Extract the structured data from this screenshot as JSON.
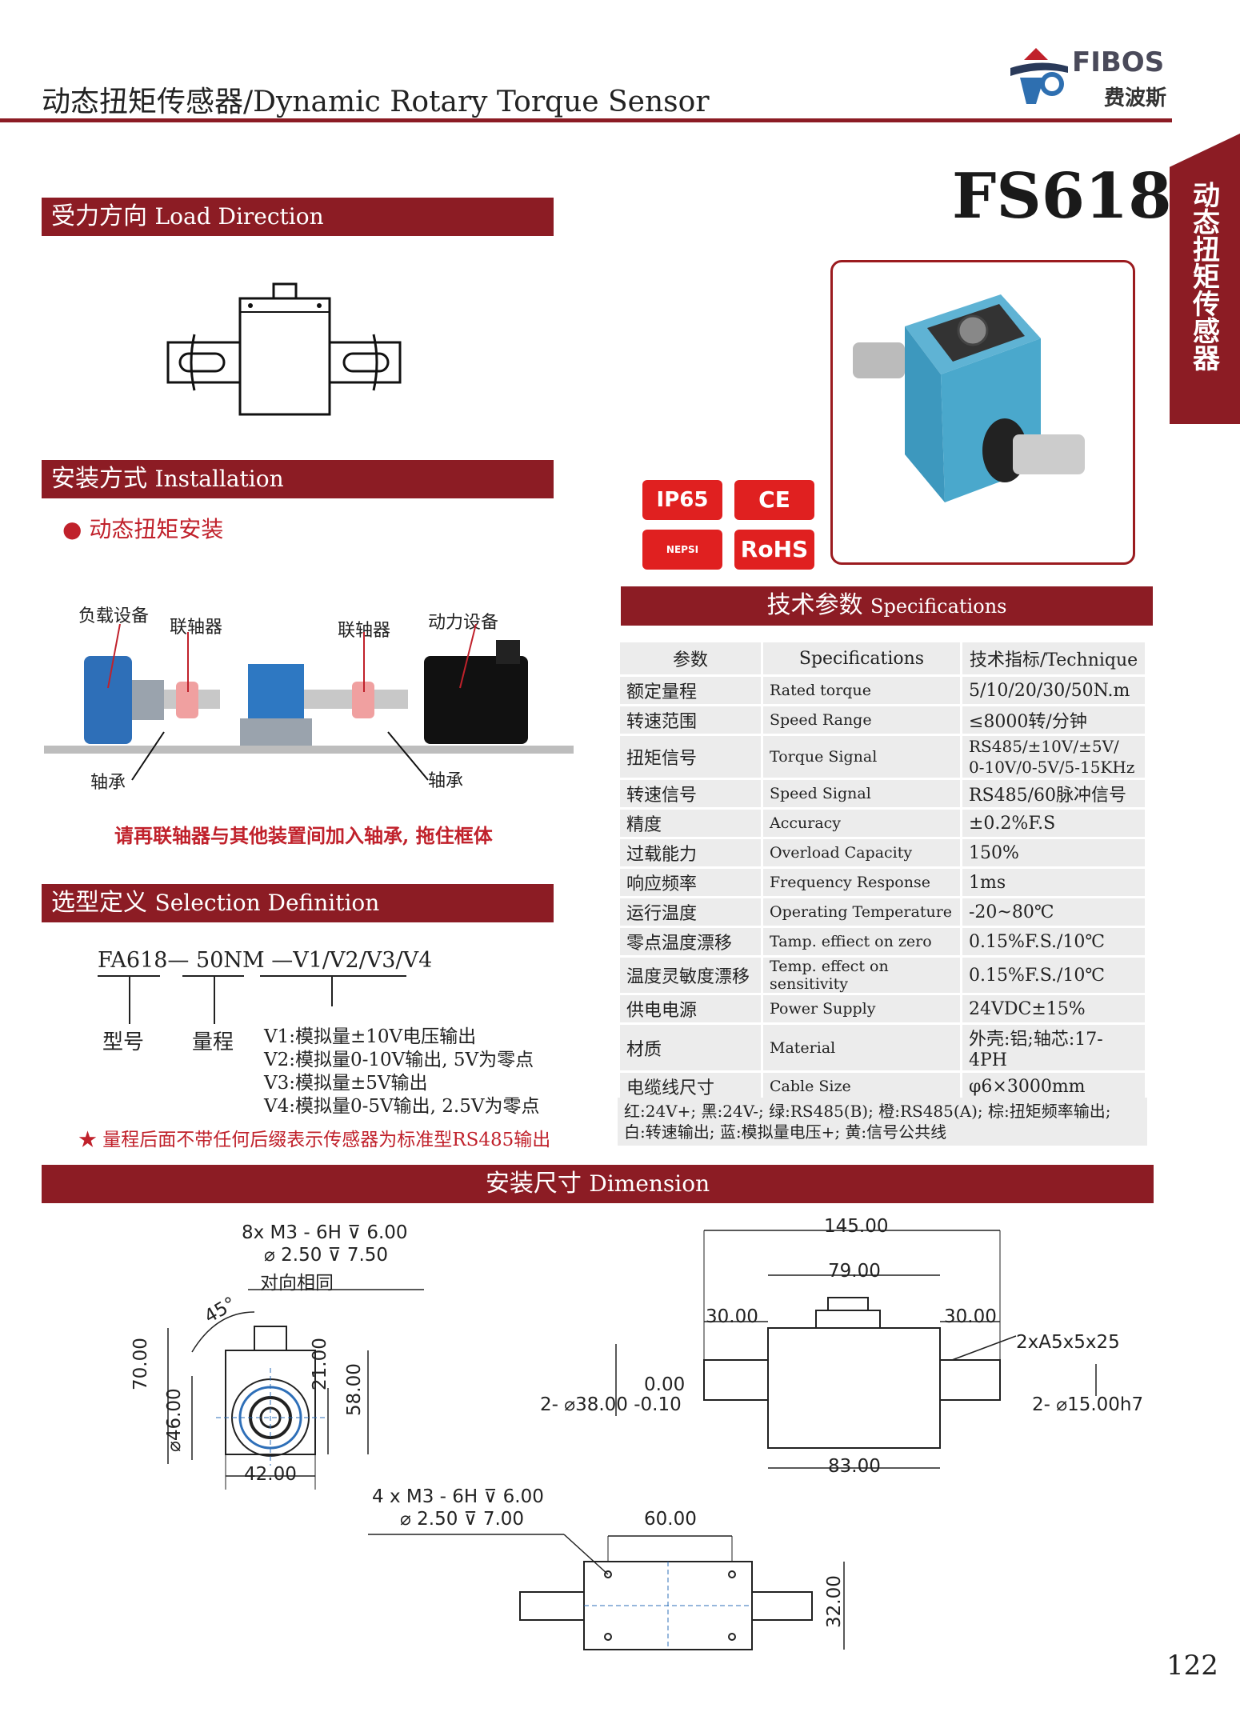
{
  "header": {
    "title": "动态扭矩传感器/Dynamic Rotary Torque Sensor",
    "logo_text": "FIBOS",
    "logo_cn": "费波斯"
  },
  "model": "FS618",
  "side_tab": "动态扭矩传感器",
  "sections": {
    "load_direction": {
      "cn": "受力方向",
      "en": "Load Direction"
    },
    "installation": {
      "cn": "安装方式",
      "en": "Installation"
    },
    "specifications": {
      "cn": "技术参数",
      "en": "Specifications"
    },
    "selection": {
      "cn": "选型定义",
      "en": "Selection Definition"
    },
    "dimension": {
      "cn": "安装尺寸",
      "en": "Dimension"
    }
  },
  "installation": {
    "bullet": "● 动态扭矩安装",
    "labels": {
      "load_device": "负载设备",
      "coupling1": "联轴器",
      "coupling2": "联轴器",
      "power_device": "动力设备",
      "bearing1": "轴承",
      "bearing2": "轴承"
    },
    "note": "请再联轴器与其他装置间加入轴承, 拖住框体"
  },
  "certifications": [
    "IP65",
    "CE",
    "NEPSI",
    "RoHS"
  ],
  "spec_table": {
    "headers": [
      "参数",
      "Specifications",
      "技术指标/Technique"
    ],
    "rows": [
      [
        "额定量程",
        "Rated torque",
        "5/10/20/30/50N.m"
      ],
      [
        "转速范围",
        "Speed Range",
        "≤8000转/分钟"
      ],
      [
        "扭矩信号",
        "Torque Signal",
        "RS485/±10V/±5V/\n0-10V/0-5V/5-15KHz"
      ],
      [
        "转速信号",
        "Speed Signal",
        "RS485/60脉冲信号"
      ],
      [
        "精度",
        "Accuracy",
        "±0.2%F.S"
      ],
      [
        "过载能力",
        "Overload Capacity",
        "150%"
      ],
      [
        "响应频率",
        "Frequency Response",
        "1ms"
      ],
      [
        "运行温度",
        "Operating Temperature",
        "-20~80℃"
      ],
      [
        "零点温度漂移",
        "Tamp. effiect on zero",
        "0.15%F.S./10℃"
      ],
      [
        "温度灵敏度漂移",
        "Temp. effect on sensitivity",
        "0.15%F.S./10℃"
      ],
      [
        "供电电源",
        "Power Supply",
        "24VDC±15%"
      ],
      [
        "材质",
        "Material",
        "外壳:铝;轴芯:17-4PH"
      ],
      [
        "电缆线尺寸",
        "Cable Size",
        "φ6×3000mm"
      ]
    ],
    "footer_line1": "红:24V+; 黑:24V-; 绿:RS485(B); 橙:RS485(A); 棕:扭矩频率输出;",
    "footer_line2": "白:转速输出; 蓝:模拟量电压+; 黄:信号公共线"
  },
  "selection": {
    "code_part1": "FA618—",
    "code_part2": "50NM",
    "code_part3": "—V1/V2/V3/V4",
    "label_model": "型号",
    "label_range": "量程",
    "options": [
      "V1:模拟量±10V电压输出",
      "V2:模拟量0-10V输出, 5V为零点",
      "V3:模拟量±5V输出",
      "V4:模拟量0-5V输出, 2.5V为零点"
    ],
    "note": "★ 量程后面不带任何后缀表示传感器为标准型RS485输出"
  },
  "dimension": {
    "front_note1": "8x  M3 - 6H ⊽ 6.00",
    "front_note2": "⌀ 2.50 ⊽ 7.50",
    "front_note3": "对向相同",
    "angle": "45°",
    "d70": "70.00",
    "d46": "⌀46.00",
    "d21": "21.00",
    "d58": "58.00",
    "d42": "42.00",
    "side_145": "145.00",
    "side_79": "79.00",
    "side_30a": "30.00",
    "side_30b": "30.00",
    "side_key": "2xA5x5x25",
    "side_tol_up": "0.00",
    "side_shaft_left": "2- ⌀38.00 -0.10",
    "side_shaft_right": "2- ⌀15.00h7",
    "side_83": "83.00",
    "top_note1": "4 x  M3 - 6H ⊽ 6.00",
    "top_note2": "⌀ 2.50 ⊽ 7.00",
    "top_60": "60.00",
    "top_32": "32.00"
  },
  "page_number": "122",
  "colors": {
    "brand": "#8c1c24",
    "alert": "#c0212b",
    "table_bg": "#ececec"
  }
}
